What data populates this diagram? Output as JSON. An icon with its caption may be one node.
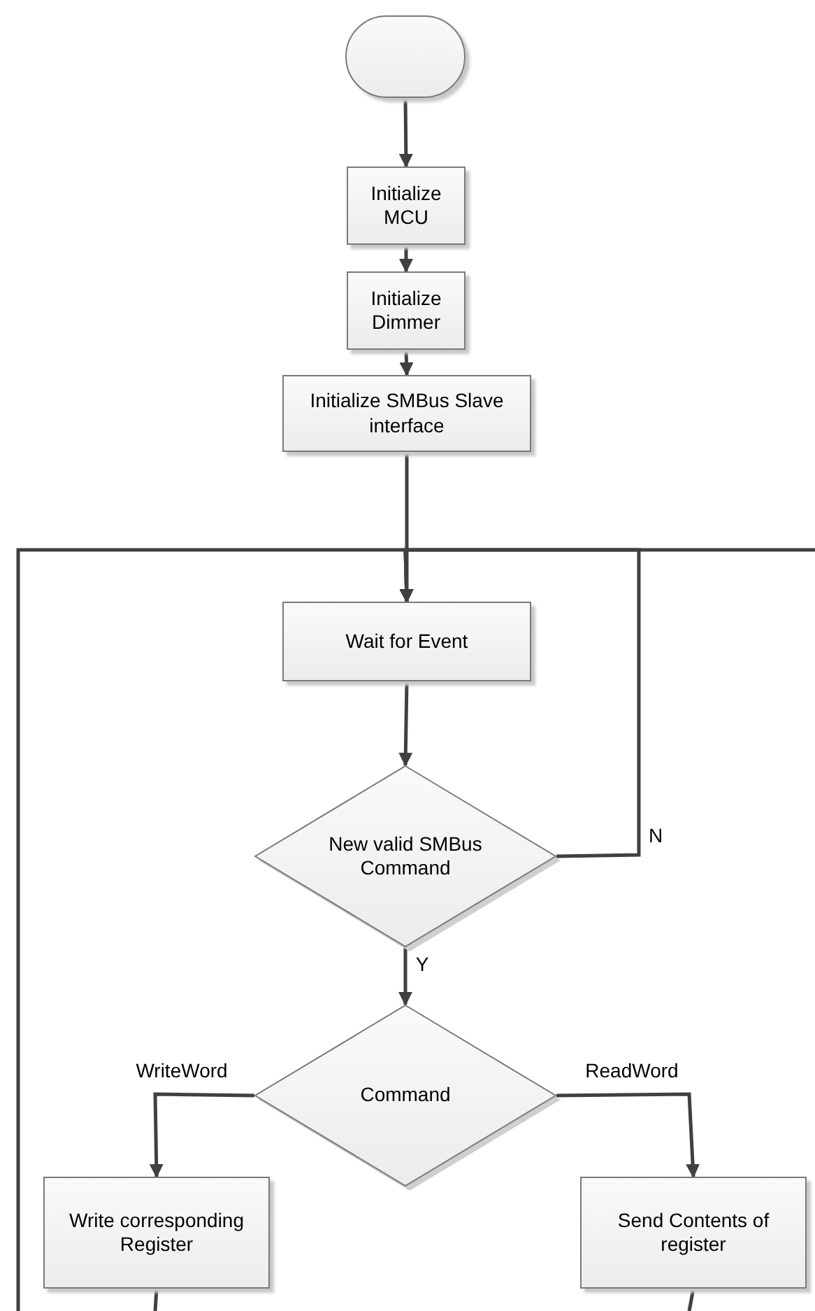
{
  "diagram": {
    "nodes": [
      {
        "text": [],
        "shape": "stadium"
      },
      {
        "text": [
          "Initialize MCU"
        ]
      },
      {
        "text": [
          "Initialize Dimmer"
        ]
      },
      {
        "text": [
          "Initialize SMBus Slave interface"
        ]
      },
      {
        "text": [
          "Wait for Event"
        ]
      },
      {
        "text": [
          "New valid SMBus Command"
        ]
      },
      {
        "text": [
          "Command"
        ]
      },
      {
        "text": [
          "Write corresponding Register"
        ]
      },
      {
        "text": [
          "Send Contents of register"
        ]
      }
    ],
    "edges": [
      {
        "from": 0,
        "to": 1,
        "arrow": "to"
      },
      {
        "from": 1,
        "to": 2,
        "arrow": "to"
      },
      {
        "from": 2,
        "to": 3,
        "arrow": "to"
      },
      {
        "from": 3,
        "to": 4,
        "arrow": "to"
      },
      {
        "from": 4,
        "to": 5,
        "arrow": "to"
      },
      {
        "from": 5,
        "to": 4,
        "arrow": "to",
        "label": "N"
      },
      {
        "from": 5,
        "to": 6,
        "arrow": "to",
        "label": "Y"
      },
      {
        "from": 6,
        "to": 7,
        "arrow": "to",
        "label": "WriteWord"
      },
      {
        "from": 6,
        "to": 8,
        "arrow": "to",
        "label": "ReadWord"
      },
      {
        "from": 7,
        "to": null,
        "arrow": "none"
      },
      {
        "from": 8,
        "to": null,
        "arrow": "none"
      },
      {
        "from": null,
        "to": 4,
        "arrow": "to"
      },
      {
        "from": null,
        "to": 4,
        "arrow": "to"
      }
    ]
  }
}
